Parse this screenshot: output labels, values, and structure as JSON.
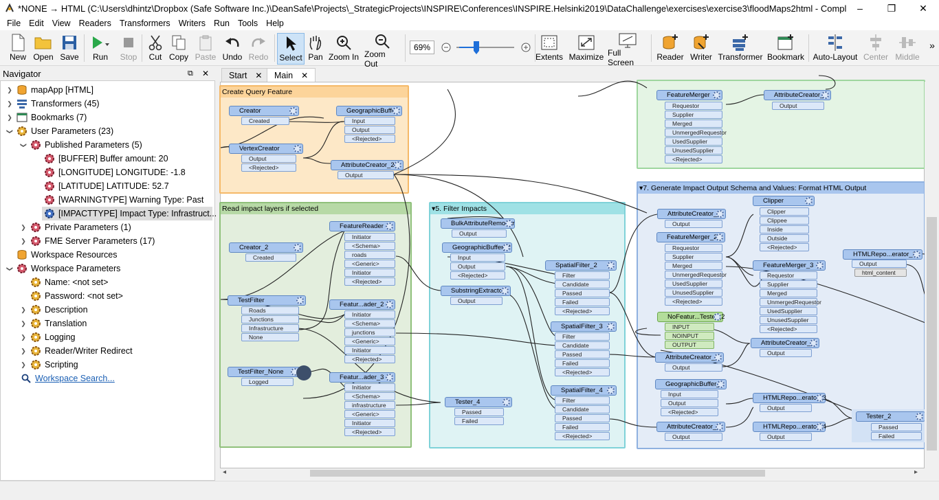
{
  "window": {
    "title": "*NONE → HTML (C:\\Users\\dhintz\\Dropbox (Safe Software Inc.)\\DeanSafe\\Projects\\_StrategicProjects\\INSPIRE\\Conferences\\INSPIRE.Helsinki2019\\DataChallenge\\exercises\\exercise3\\floodMaps2html - Compl",
    "minimize": "–",
    "restore": "❐",
    "close": "✕"
  },
  "menu": [
    "File",
    "Edit",
    "View",
    "Readers",
    "Transformers",
    "Writers",
    "Run",
    "Tools",
    "Help"
  ],
  "toolbar": {
    "new": "New",
    "open": "Open",
    "save": "Save",
    "run": "Run",
    "stop": "Stop",
    "cut": "Cut",
    "copy": "Copy",
    "paste": "Paste",
    "undo": "Undo",
    "redo": "Redo",
    "select": "Select",
    "pan": "Pan",
    "zoom_in": "Zoom In",
    "zoom_out": "Zoom Out",
    "zoom_level": "69%",
    "extents": "Extents",
    "maximize": "Maximize",
    "full_screen": "Full Screen",
    "reader": "Reader",
    "writer": "Writer",
    "transformer": "Transformer",
    "bookmark": "Bookmark",
    "auto_layout": "Auto-Layout",
    "center": "Center",
    "middle": "Middle",
    "overflow": "»"
  },
  "navigator": {
    "title": "Navigator",
    "items": [
      "mapApp [HTML]",
      "Transformers (45)",
      "Bookmarks (7)",
      "User Parameters (23)",
      "Published Parameters (5)",
      "[BUFFER] Buffer amount: 20",
      "[LONGITUDE] LONGITUDE: -1.8",
      "[LATITUDE] LATITUDE: 52.7",
      "[WARNINGTYPE] Warning Type: Past",
      "[IMPACTTYPE] Impact Type: Infrastruct...",
      "Private Parameters (1)",
      "FME Server Parameters (17)",
      "Workspace Resources",
      "Workspace Parameters",
      "Name: <not set>",
      "Password: <not set>",
      "Description",
      "Translation",
      "Logging",
      "Reader/Writer Redirect",
      "Scripting",
      "Workspace Search..."
    ]
  },
  "tabs": [
    "Start",
    "Main"
  ],
  "tab_close": "✕",
  "canvas": {
    "bookmarks": [
      "Create Query Feature",
      "Read impact layers if selected",
      "5. Filter Impacts",
      "7. Generate Impact Output Schema and Values: Format HTML Output"
    ],
    "transformers": [
      "Creator",
      "GeographicBuffer",
      "VertexCreator",
      "AttributeCreator_2",
      "Creator_2",
      "FeatureReader",
      "TestFilter",
      "Featur...ader_2",
      "TestFilter_None",
      "Featur...ader_3",
      "BulkAttributeRemover",
      "GeographicBuffer_2",
      "SubstringExtractor",
      "SpatialFilter_2",
      "SpatialFilter_3",
      "SpatialFilter_4",
      "Tester_4",
      "FeatureMerger",
      "AttributeCreator_4",
      "AttributeCreator_5",
      "Clipper",
      "FeatureMerger_2",
      "FeatureMerger_3",
      "HTMLRepo...erator_2",
      "NoFeatur...Tester_2",
      "AttributeCreator_6",
      "AttributeCreator_7",
      "GeographicBuffer_3",
      "HTMLRepo...erator_3",
      "AttributeCreator_8",
      "HTMLRepo...erator_4",
      "Tester_2"
    ],
    "ports": {
      "created": "Created",
      "output": "Output",
      "rejected": "<Rejected>",
      "input": "Input",
      "initiator": "Initiator",
      "schema": "<Schema>",
      "roads": "roads",
      "generic": "<Generic>",
      "junctions": "junctions",
      "infrastructure": "infrastructure",
      "tf_roads": "Roads",
      "tf_junctions": "Junctions",
      "tf_infra": "Infrastructure",
      "tf_none": "None",
      "logged": "Logged",
      "filter": "Filter",
      "candidate": "Candidate",
      "passed": "Passed",
      "failed": "Failed",
      "requestor": "Requestor",
      "supplier": "Supplier",
      "merged": "Merged",
      "unmerged_requestor": "UnmergedRequestor",
      "used_supplier": "UsedSupplier",
      "unused_supplier": "UnusedSupplier",
      "clipper": "Clipper",
      "clippee": "Clippee",
      "inside": "Inside",
      "outside": "Outside",
      "in_upper": "INPUT",
      "noinput": "NOINPUT",
      "out_upper": "OUTPUT",
      "html_content": "html_content"
    }
  },
  "colors": {
    "bm_orange": "#fde8c7",
    "bm_orange_border": "#f5b968",
    "bm_green": "#e3eedd",
    "bm_green_border": "#8fc07a",
    "bm_cyan": "#dff3f4",
    "bm_cyan_border": "#7fd2d8",
    "bm_blue": "#e4ecf7",
    "bm_blue_border": "#8fb1e0",
    "bm_green2": "#e4f4e4",
    "bm_green2_border": "#9ed69e"
  }
}
